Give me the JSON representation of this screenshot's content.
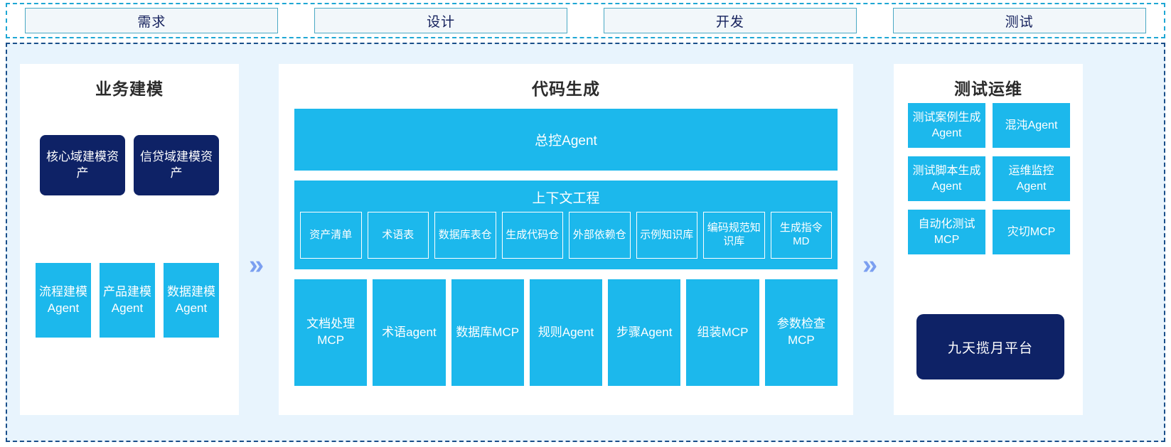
{
  "stages": {
    "items": [
      {
        "label": "需求"
      },
      {
        "label": "设计"
      },
      {
        "label": "开发"
      },
      {
        "label": "测试"
      }
    ]
  },
  "flow": {
    "chevron_1": "»",
    "chevron_2": "»"
  },
  "panels": {
    "left": {
      "title": "业务建模",
      "assets": [
        {
          "label": "核心域建模资产"
        },
        {
          "label": "信贷域建模资产"
        }
      ],
      "agents": [
        {
          "label": "流程建模Agent"
        },
        {
          "label": "产品建模Agent"
        },
        {
          "label": "数据建模Agent"
        }
      ]
    },
    "center": {
      "title": "代码生成",
      "master_agent": "总控Agent",
      "context": {
        "title": "上下文工程",
        "items": [
          {
            "label": "资产清单"
          },
          {
            "label": "术语表"
          },
          {
            "label": "数据库表仓"
          },
          {
            "label": "生成代码仓"
          },
          {
            "label": "外部依赖仓"
          },
          {
            "label": "示例知识库"
          },
          {
            "label": "编码规范知识库"
          },
          {
            "label": "生成指令MD"
          }
        ]
      },
      "tools": [
        {
          "label": "文档处理MCP"
        },
        {
          "label": "术语agent"
        },
        {
          "label": "数据库MCP"
        },
        {
          "label": "规则Agent"
        },
        {
          "label": "步骤Agent"
        },
        {
          "label": "组装MCP"
        },
        {
          "label": "参数检查MCP"
        }
      ]
    },
    "right": {
      "title": "测试运维",
      "cards": [
        {
          "label": "测试案例生成Agent"
        },
        {
          "label": "混沌Agent"
        },
        {
          "label": "测试脚本生成Agent"
        },
        {
          "label": "运维监控Agent"
        },
        {
          "label": "自动化测试MCP"
        },
        {
          "label": "灾切MCP"
        }
      ],
      "platform": "九天揽月平台"
    }
  },
  "colors": {
    "cyan": "#1cb8ec",
    "navy": "#0e2266",
    "chevron": "#7b9ff0",
    "body_bg": "#e8f4fd",
    "stage_border": "#1fa7d4",
    "frame_border": "#1a4f8a"
  }
}
